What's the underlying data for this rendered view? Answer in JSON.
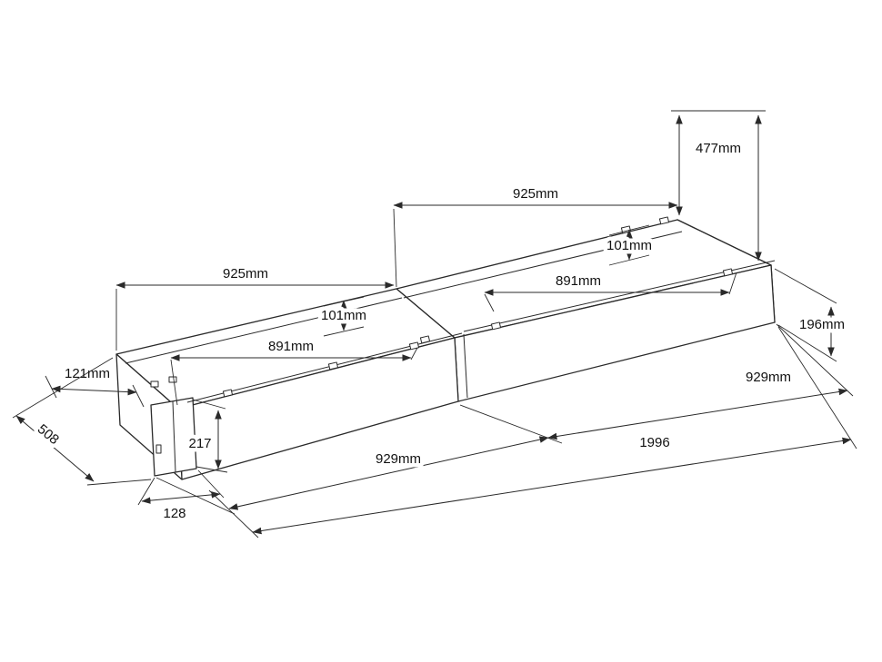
{
  "canvas": {
    "background": "#ffffff",
    "line_color": "#2a2a2a",
    "label_color": "#111111"
  },
  "dimensions": {
    "d477": "477mm",
    "d925_right": "925mm",
    "d101_right": "101mm",
    "d925_left": "925mm",
    "d891_right": "891mm",
    "d101_left": "101mm",
    "d196": "196mm",
    "d891_left": "891mm",
    "d121": "121mm",
    "d929_right": "929mm",
    "d508": "508",
    "d217": "217",
    "d929_left": "929mm",
    "d1996": "1996",
    "d128": "128"
  }
}
